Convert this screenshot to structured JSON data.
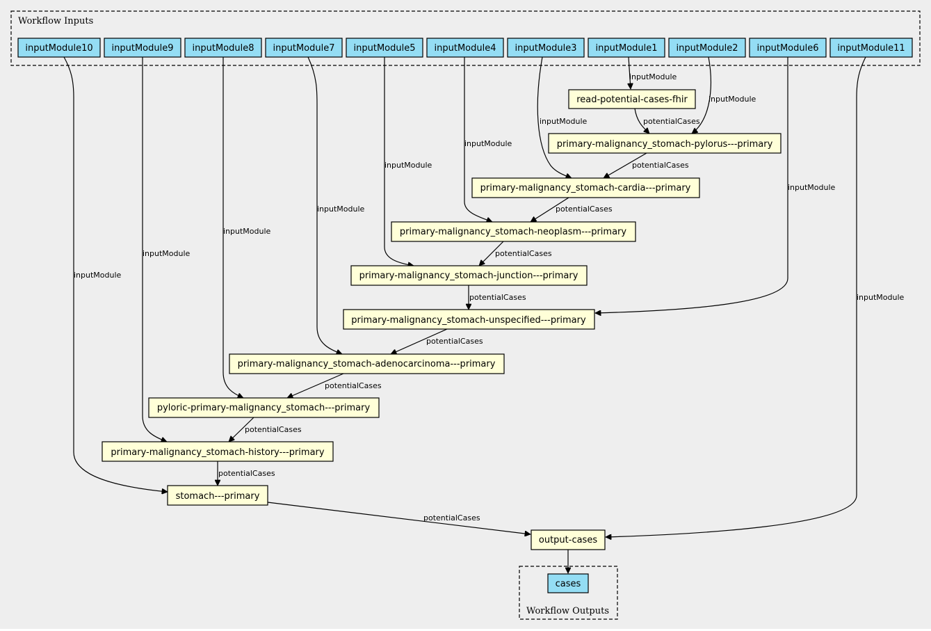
{
  "diagram": {
    "clusters": {
      "inputs": "Workflow Inputs",
      "outputs": "Workflow Outputs"
    },
    "nodes": {
      "in10": "inputModule10",
      "in9": "inputModule9",
      "in8": "inputModule8",
      "in7": "inputModule7",
      "in5": "inputModule5",
      "in4": "inputModule4",
      "in3": "inputModule3",
      "in1": "inputModule1",
      "in2": "inputModule2",
      "in6": "inputModule6",
      "in11": "inputModule11",
      "read": "read-potential-cases-fhir",
      "pylorus": "primary-malignancy_stomach-pylorus---primary",
      "cardia": "primary-malignancy_stomach-cardia---primary",
      "neoplasm": "primary-malignancy_stomach-neoplasm---primary",
      "junction": "primary-malignancy_stomach-junction---primary",
      "unspecified": "primary-malignancy_stomach-unspecified---primary",
      "adeno": "primary-malignancy_stomach-adenocarcinoma---primary",
      "pyloric": "pyloric-primary-malignancy_stomach---primary",
      "history": "primary-malignancy_stomach-history---primary",
      "stomach": "stomach---primary",
      "output": "output-cases",
      "cases": "cases"
    },
    "edge_labels": {
      "input_module": "inputModule",
      "potential_cases": "potentialCases"
    }
  }
}
